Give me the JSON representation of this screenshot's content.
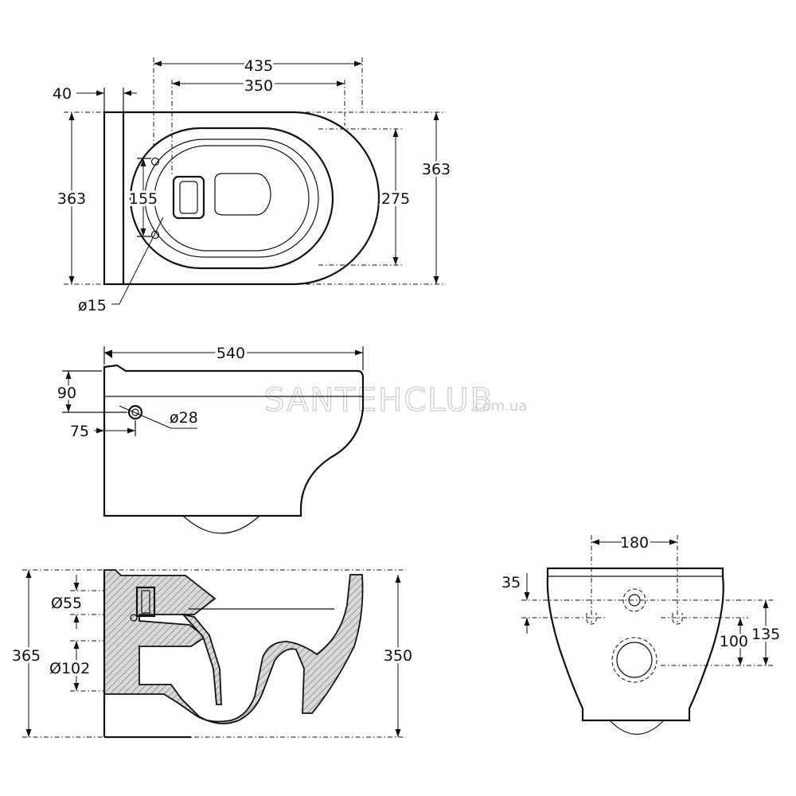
{
  "watermark": {
    "brand": "SANTEHCLUB",
    "domain": ".com.ua"
  },
  "top_view": {
    "width_total": "435",
    "width_bowl": "350",
    "rear_thickness": "40",
    "depth_left": "363",
    "depth_right": "363",
    "bowl_depth": "275",
    "bolt_spacing": "155",
    "bolt_hole": "ø15"
  },
  "side_view": {
    "length": "540",
    "inlet_height": "90",
    "inlet_offset": "75",
    "inlet_diameter": "ø28"
  },
  "section_view": {
    "height_total": "365",
    "height_bowl": "350",
    "inlet_diameter": "Ø55",
    "outlet_diameter": "Ø102"
  },
  "rear_view": {
    "bolt_spacing": "180",
    "rim_offset": "35",
    "outlet_height": "100",
    "bolt_height": "135"
  }
}
